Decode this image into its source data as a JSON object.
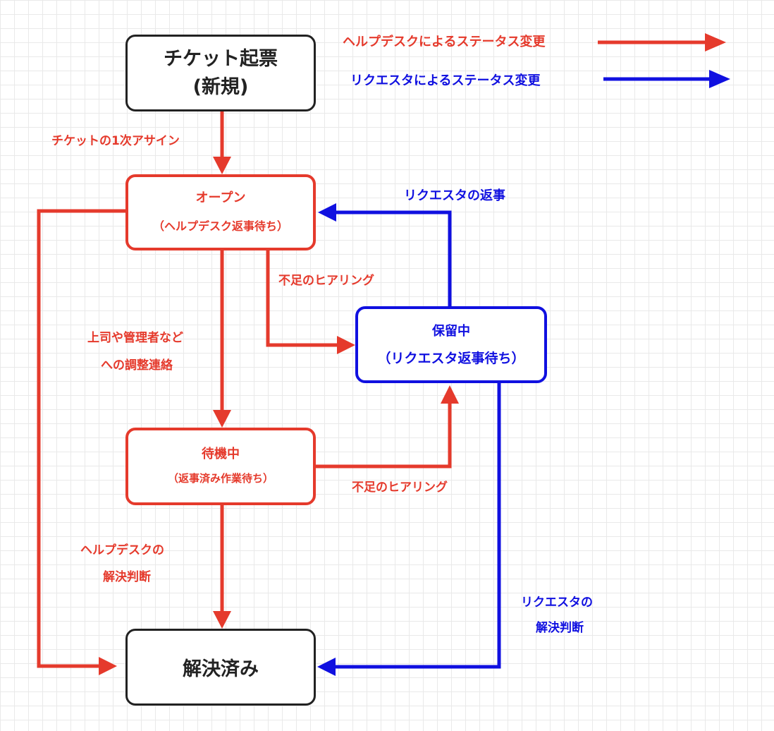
{
  "legend": {
    "helpdesk": {
      "label": "ヘルプデスクによるステータス変更",
      "color": "#e53a2c"
    },
    "requester": {
      "label": "リクエスタによるステータス変更",
      "color": "#1010e0"
    }
  },
  "nodes": {
    "new": {
      "title": "チケット起票",
      "subtitle": "(新規)"
    },
    "open": {
      "title": "オープン",
      "subtitle": "（ヘルプデスク返事待ち）"
    },
    "hold": {
      "title": "保留中",
      "subtitle": "（リクエスタ返事待ち）"
    },
    "waiting": {
      "title": "待機中",
      "subtitle": "（返事済み作業待ち）"
    },
    "resolved": {
      "title": "解決済み"
    }
  },
  "edges": {
    "assign": "チケットの1次アサイン",
    "requester_reply": "リクエスタの返事",
    "hearing1": "不足のヒアリング",
    "escalate": [
      "上司や管理者など",
      "への調整連絡"
    ],
    "hearing2": "不足のヒアリング",
    "helpdesk_resolve": [
      "ヘルプデスクの",
      "解決判断"
    ],
    "requester_resolve": [
      "リクエスタの",
      "解決判断"
    ]
  },
  "colors": {
    "red": "#e53a2c",
    "blue": "#1010e0",
    "black": "#222222"
  }
}
